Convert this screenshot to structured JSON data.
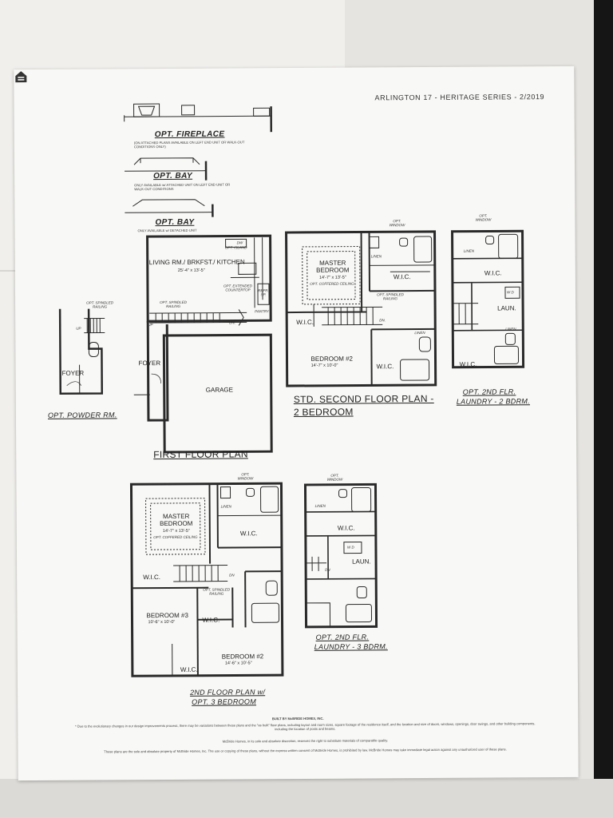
{
  "header": {
    "series": "ARLINGTON 17 - HERITAGE SERIES - 2/2019"
  },
  "options_top": {
    "fireplace_title": "OPT. FIREPLACE",
    "fireplace_note": "(ON ATTACHED PLANS AVAILABLE ON LEFT END UNIT OR WALK-OUT CONDITIONS ONLY)",
    "bay1_title": "OPT. BAY",
    "bay1_note": "ONLY AVAILABLE w/ ATTACHED UNIT ON LEFT END UNIT OR WALK-OUT CONDITIONS",
    "bay2_title": "OPT. BAY",
    "bay2_note": "ONLY AVAILABLE w/ DETACHED UNIT"
  },
  "first_floor": {
    "title": "FIRST FLOOR PLAN",
    "living": "LIVING RM./ BRKFST./ KITCHEN",
    "living_dim": "25'-4\" x 13'-5\"",
    "opt_island": "OPT. ISLAND",
    "opt_countertop": "OPT. EXTENDED COUNTERTOP",
    "refr": "REFR. SP.",
    "pantry": "PANTRY",
    "dw": "DW",
    "opt_railing": "OPT. SPINDLED RAILING",
    "up": "UP",
    "dn": "DN.",
    "foyer": "FOYER",
    "garage": "GARAGE"
  },
  "powder": {
    "title": "OPT. POWDER RM.",
    "railing": "OPT. SPINDLED RAILING",
    "up": "UP",
    "foyer": "FOYER"
  },
  "std_second": {
    "title_line1": "STD. SECOND FLOOR PLAN -",
    "title_line2": "2 BEDROOM",
    "opt_window": "OPT. WINDOW",
    "master": "MASTER BEDROOM",
    "master_dim": "14'-7\" x 13'-5\"",
    "coffered": "OPT. COFFERED CEILING",
    "linen": "LINEN",
    "wic1": "W.I.C.",
    "wic2": "W.I.C.",
    "wic3": "W.I.C.",
    "railing": "OPT. SPINDLED RAILING",
    "dn": "DN.",
    "bedroom2": "BEDROOM #2",
    "bedroom2_dim": "14'-7\" x 10'-0\"",
    "linen2": "LINEN"
  },
  "laundry_2bdrm": {
    "title_line1": "OPT. 2ND FLR.",
    "title_line2": "LAUNDRY - 2 BDRM.",
    "opt_window": "OPT. WINDOW",
    "linen": "LINEN",
    "wic1": "W.I.C.",
    "wd": "W D",
    "laun": "LAUN.",
    "linen2": "LINEN",
    "wic2": "W.I.C."
  },
  "three_bed": {
    "title_line1": "2ND FLOOR PLAN w/",
    "title_line2": "OPT. 3 BEDROOM",
    "opt_window": "OPT. WINDOW",
    "master": "MASTER BEDROOM",
    "master_dim": "14'-7\" x 13'-5\"",
    "coffered": "OPT. COFFERED CEILING",
    "linen": "LINEN",
    "wic1": "W.I.C.",
    "wic2": "W.I.C.",
    "wic3": "W.I.C.",
    "wic4": "W.I.C.",
    "dn": "DN",
    "railing": "OPT. SPINDLED RAILING",
    "bedroom3": "BEDROOM #3",
    "bedroom3_dim": "10'-6\" x 10'-0\"",
    "bedroom2": "BEDROOM #2",
    "bedroom2_dim": "14'-6\" x 10'-5\""
  },
  "laundry_3bdrm": {
    "title_line1": "OPT. 2ND FLR.",
    "title_line2": "LAUNDRY - 3 BDRM.",
    "opt_window": "OPT. WINDOW",
    "linen": "LINEN",
    "wic": "W.I.C.",
    "wd": "W D",
    "laun": "LAUN.",
    "dn": "DN"
  },
  "footer": {
    "built_by": "BUILT BY McBRIDE HOMES, INC.",
    "line1": "* Due to the evolutionary changes in our design improvements process, there may be variations between these plans and the \"as built\" floor plans, including layout and room sizes, square footage of the residence itself, and the location and size of doors, windows, openings, door swings, and other building components, including the location of posts and beams.",
    "line2": "McBride Homes, in its sole and absolute discretion, reserves the right to substitute materials of comparable quality.",
    "line3": "These plans are the sole and absolute property of McBride Homes, Inc. The use or copying of these plans, without the express written consent of McBride Homes, is prohibited by law. McBride Homes may take immediate legal action against any unauthorized user of these plans."
  }
}
